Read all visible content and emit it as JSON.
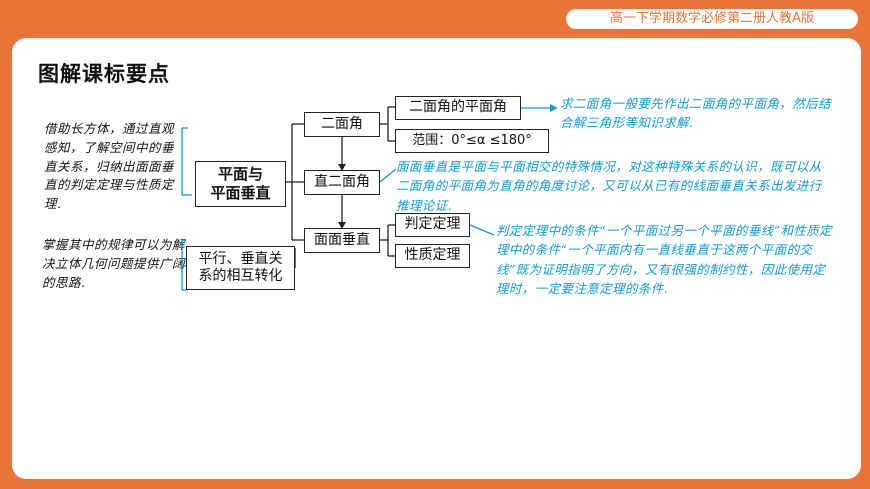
{
  "header": {
    "badge": "高一下学期数学必修第二册人教A版"
  },
  "title": "图解课标要点",
  "left_notes": {
    "top": "借助长方体，通过直观感知，了解空间中的垂直关系，归纳出面面垂直的判定定理与性质定理.",
    "bottom": "掌握其中的规律可以为解决立体几何问题提供广阔的思路."
  },
  "nodes": {
    "main_a": "平面与",
    "main_b": "平面垂直",
    "transform_a": "平行、垂直关",
    "transform_b": "系的相互转化",
    "dihedral": "二面角",
    "right_dihedral": "直二面角",
    "plane_perp": "面面垂直",
    "plane_angle": "二面角的平面角",
    "range": "范围：0°≤α ≤180°",
    "criterion": "判定定理",
    "property": "性质定理"
  },
  "annotations": {
    "a1": "求二面角一般要先作出二面角的平面角，然后结合解三角形等知识求解.",
    "a2": "面面垂直是平面与平面相交的特殊情况，对这种特殊关系的认识，既可以从二面角的平面角为直角的角度讨论，又可以从已有的线面垂直关系出发进行推理论证.",
    "a3": "判定定理中的条件“一个平面过另一个平面的垂线”和性质定理中的条件“一个平面内有一直线垂直于这两个平面的交线”既为证明指明了方向，又有很强的制约性，因此使用定理时，一定要注意定理的条件."
  },
  "colors": {
    "frame": "#E8743A",
    "annotation": "#0E9BD8"
  }
}
